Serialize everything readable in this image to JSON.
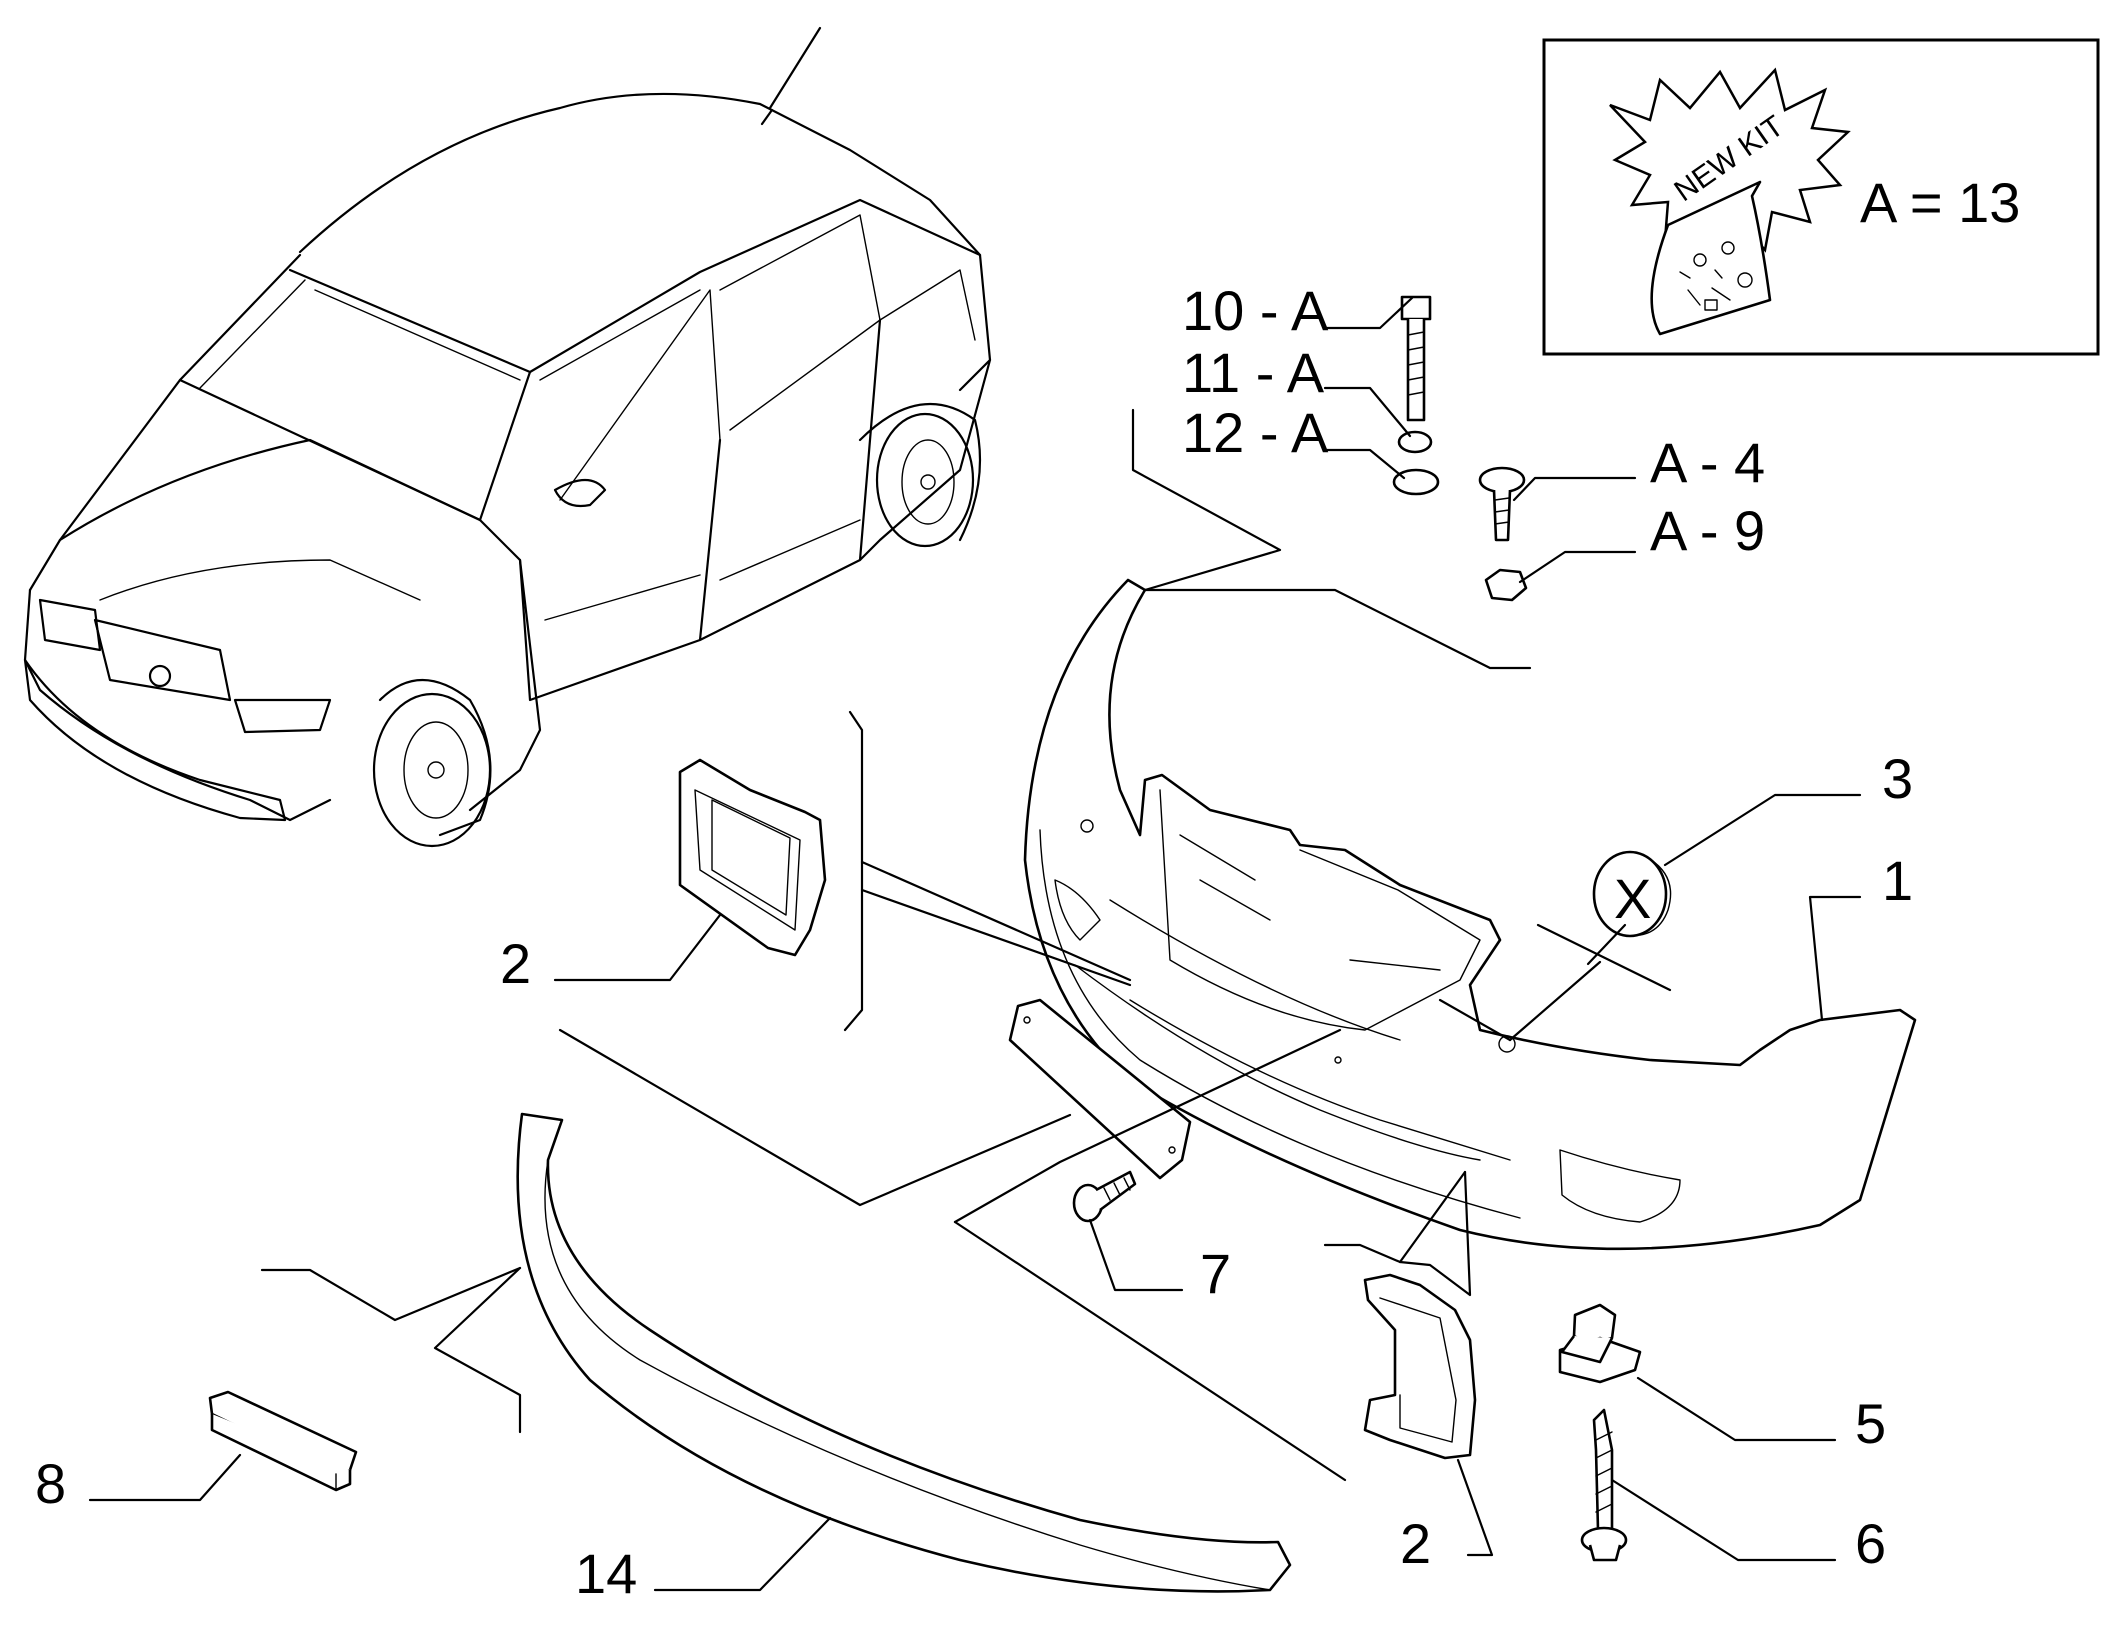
{
  "callouts": {
    "c1": "1",
    "c2_left": "2",
    "c2_right": "2",
    "c3": "3",
    "c3_mark": "X",
    "c5": "5",
    "c6": "6",
    "c7": "7",
    "c8": "8",
    "c10": "10 - A",
    "c11": "11 - A",
    "c12": "12 - A",
    "c14": "14",
    "cA4": "A - 4",
    "cA9": "A - 9"
  },
  "kit_box": {
    "badge_text": "NEW KIT",
    "equation": "A = 13"
  }
}
